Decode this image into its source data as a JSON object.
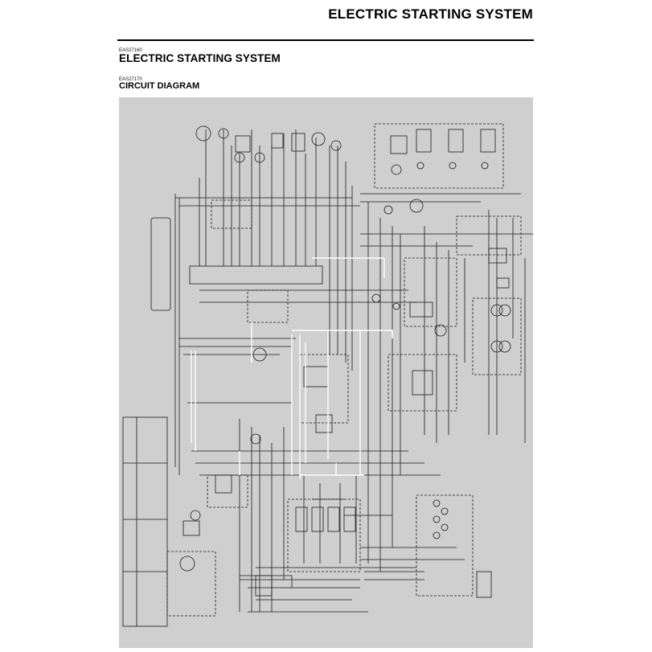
{
  "header": {
    "running_title": "ELECTRIC STARTING SYSTEM"
  },
  "section": {
    "code": "EAS27160",
    "title": "ELECTRIC STARTING SYSTEM"
  },
  "subsection": {
    "code": "EAS27170",
    "title": "CIRCUIT DIAGRAM"
  },
  "diagram": {
    "background": "#cfcfcf",
    "wire_color": "#1a1a1a",
    "highlight_wire_color": "#ffffff"
  }
}
